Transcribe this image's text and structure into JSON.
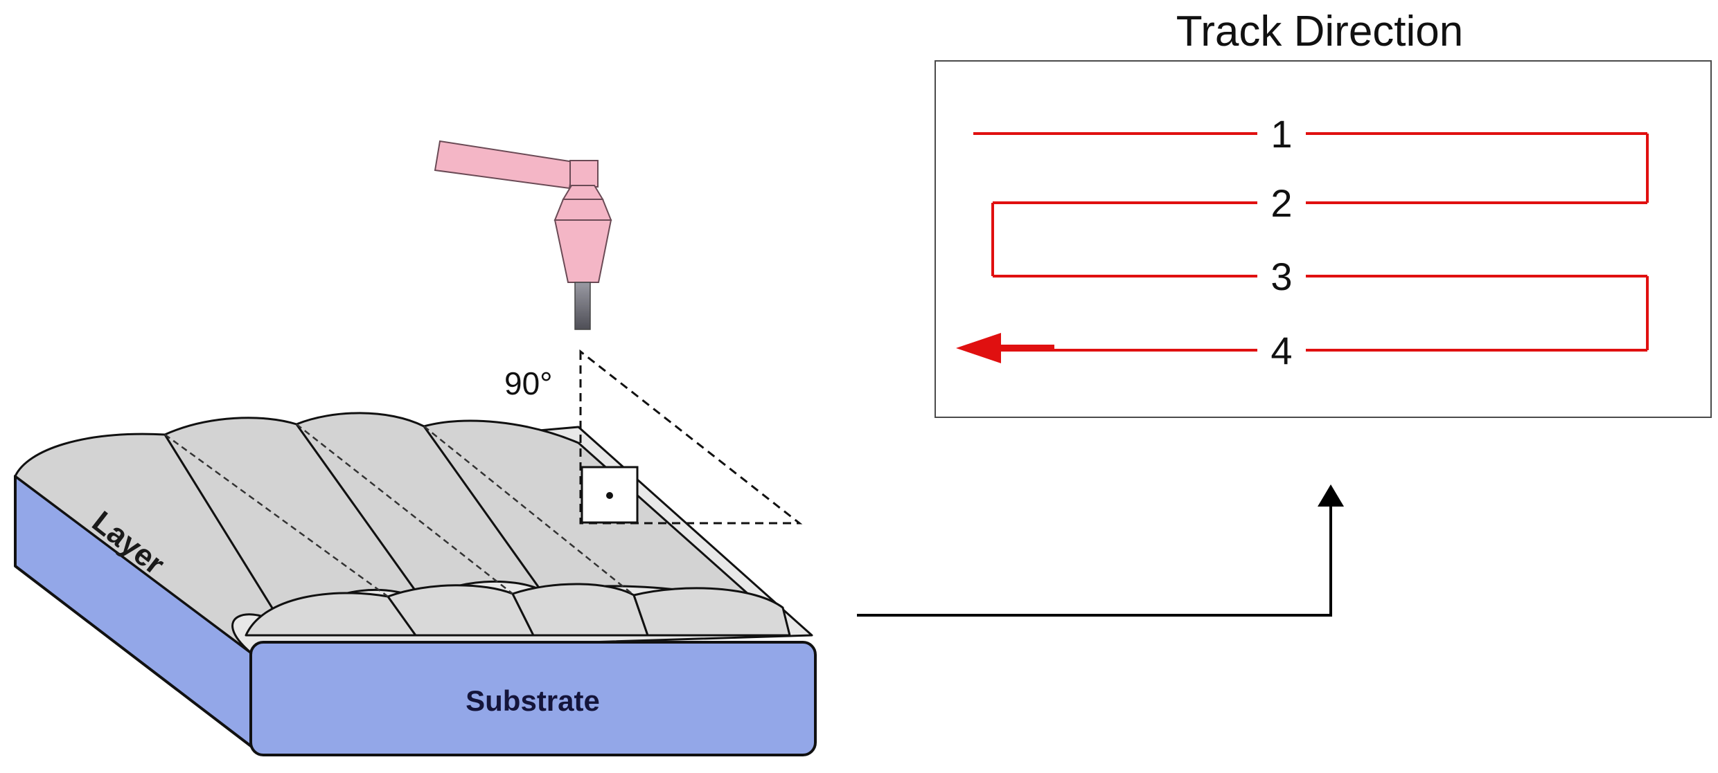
{
  "track_panel": {
    "title": "Track Direction",
    "tracks": [
      "1",
      "2",
      "3",
      "4"
    ]
  },
  "angle_label": "90°",
  "layer_label": "Layer",
  "substrate_label": "Substrate",
  "colors": {
    "track_line": "#e01010",
    "substrate_fill": "#93a7e8",
    "bead_fill": "#d3d3d3",
    "torch_fill": "#f4b6c6",
    "nozzle_tip": "#6b6b73"
  },
  "icons": [
    "welding-torch-icon",
    "right-angle-icon"
  ]
}
